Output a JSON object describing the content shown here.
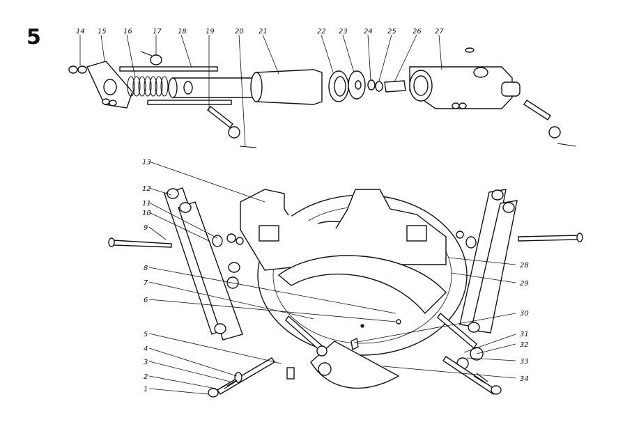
{
  "figure_number": "5",
  "callouts": [
    "1",
    "2",
    "3",
    "4",
    "5",
    "6",
    "7",
    "8",
    "9",
    "10",
    "11",
    "12",
    "13",
    "14",
    "15",
    "16",
    "17",
    "18",
    "19",
    "20",
    "21",
    "22",
    "23",
    "24",
    "25",
    "26",
    "27",
    "28",
    "29",
    "30",
    "31",
    "32",
    "33",
    "34"
  ]
}
